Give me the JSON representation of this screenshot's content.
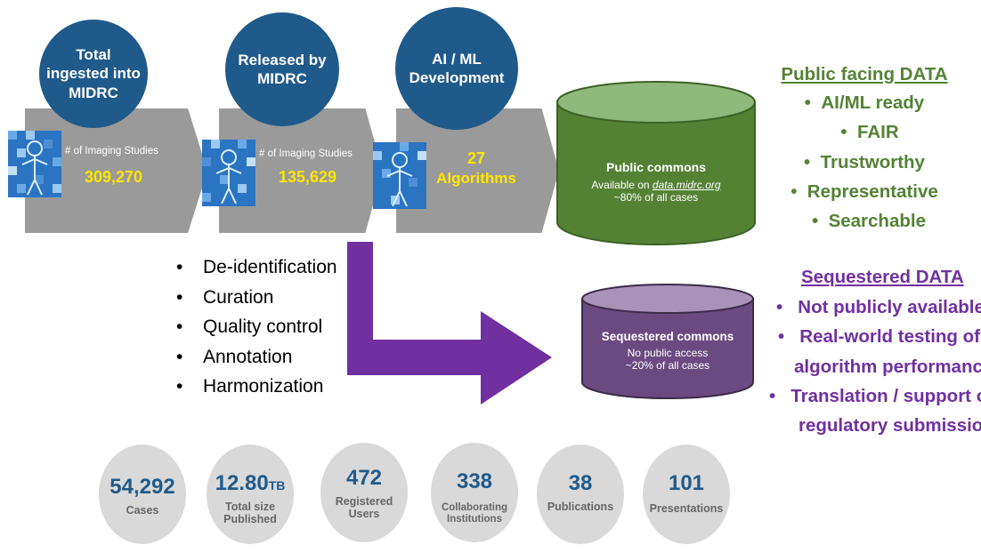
{
  "pipeline": {
    "stage1": {
      "title": "Total\ningested into\nMIDRC",
      "metric_label": "# of Imaging Studies",
      "metric_value": "309,270"
    },
    "stage2": {
      "title": "Released by\nMIDRC",
      "metric_label": "# of Imaging Studies",
      "metric_value": "135,629"
    },
    "stage3": {
      "title": "AI / ML\nDevelopment",
      "metric_value": "27",
      "metric_unit": "Algorithms"
    }
  },
  "processing_steps": [
    "De-identification",
    "Curation",
    "Quality control",
    "Annotation",
    "Harmonization"
  ],
  "public_commons": {
    "title": "Public commons",
    "line1_prefix": "Available on ",
    "link": "data.midrc.org",
    "line2": "~80% of all cases"
  },
  "sequestered_commons": {
    "title": "Sequestered commons",
    "line1": "No public access",
    "line2": "~20% of all cases"
  },
  "public_data": {
    "heading": "Public facing DATA",
    "items": [
      "AI/ML ready",
      "FAIR",
      "Trustworthy",
      "Representative",
      "Searchable"
    ]
  },
  "sequestered_data": {
    "heading": "Sequestered DATA",
    "items": [
      "Not publicly available",
      "Real-world testing of",
      "algorithm performance",
      "Translation / support of",
      "regulatory submission"
    ]
  },
  "stats": [
    {
      "value": "54,292",
      "unit": "",
      "label": "Cases"
    },
    {
      "value": "12.80",
      "unit": "TB",
      "label": "Total size\nPublished"
    },
    {
      "value": "472",
      "unit": "",
      "label": "Registered\nUsers"
    },
    {
      "value": "338",
      "unit": "",
      "label": "Collaborating\nInstitutions"
    },
    {
      "value": "38",
      "unit": "",
      "label": "Publications"
    },
    {
      "value": "101",
      "unit": "",
      "label": "Presentations"
    }
  ],
  "colors": {
    "blue": "#1f5a8b",
    "gray": "#9a9a9a",
    "green": "#548235",
    "purple": "#7030a0",
    "yellow": "#ffe600"
  },
  "icons": [
    "body-scan-icon"
  ]
}
